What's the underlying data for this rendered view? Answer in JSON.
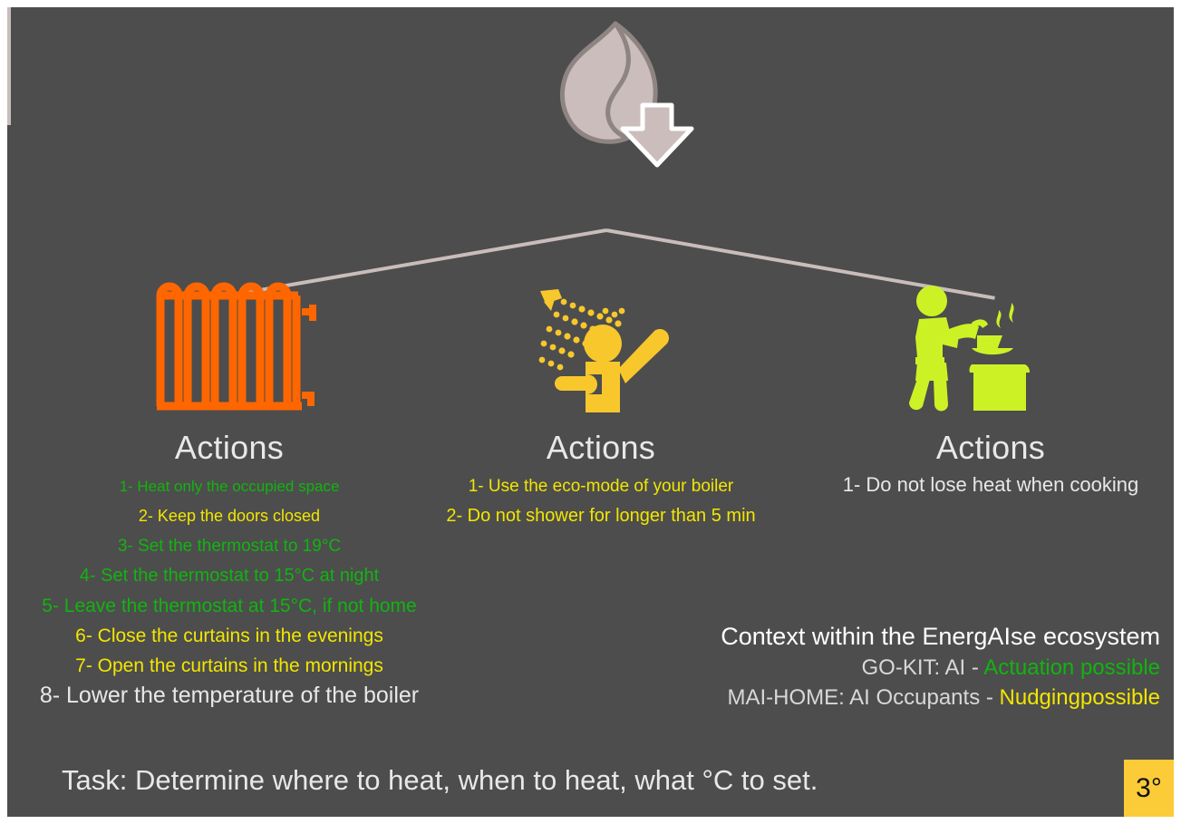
{
  "slide": {
    "background_color": "#4d4d4d",
    "top_icon": "flame-with-down-arrow-icon"
  },
  "columns": [
    {
      "id": "heating",
      "icon": "radiator-icon",
      "icon_color": "#ff6600",
      "heading": "Actions",
      "items": [
        {
          "text": "1- Heat only the occupied space",
          "color": "#11b40f",
          "color_name": "green"
        },
        {
          "text": "2- Keep the doors closed",
          "color": "#f2e600",
          "color_name": "yellow"
        },
        {
          "text": "3- Set the thermostat to 19°C",
          "color": "#11b40f",
          "color_name": "green"
        },
        {
          "text": "4- Set the thermostat to 15°C at night",
          "color": "#11b40f",
          "color_name": "green"
        },
        {
          "text": "5- Leave the thermostat at 15°C, if not home",
          "color": "#11b40f",
          "color_name": "green"
        },
        {
          "text": "6- Close the curtains in the evenings",
          "color": "#f2e600",
          "color_name": "yellow"
        },
        {
          "text": "7- Open the curtains in the mornings",
          "color": "#f2e600",
          "color_name": "yellow"
        },
        {
          "text": "8- Lower the temperature of the boiler",
          "color": "#e8e8e8",
          "color_name": "white"
        }
      ]
    },
    {
      "id": "hot-water",
      "icon": "shower-person-icon",
      "icon_color": "#f7c72c",
      "heading": "Actions",
      "items": [
        {
          "text": "1- Use the eco-mode of your boiler",
          "color": "#f2e600",
          "color_name": "yellow"
        },
        {
          "text": "2- Do not shower for longer than 5 min",
          "color": "#f2e600",
          "color_name": "yellow"
        }
      ]
    },
    {
      "id": "cooking",
      "icon": "person-cooking-icon",
      "icon_color": "#ccf225",
      "heading": "Actions",
      "items": [
        {
          "text": "1- Do not lose heat when cooking",
          "color": "#e8e8e8",
          "color_name": "white"
        }
      ]
    }
  ],
  "context": {
    "title": "Context within the EnergAIse ecosystem",
    "lines": [
      {
        "prefix": "GO-KIT: AI - ",
        "highlight": "Actuation possible",
        "highlight_color": "#11b40f"
      },
      {
        "prefix": "MAI-HOME: AI  Occupants - ",
        "highlight": "Nudgingpossible",
        "highlight_color": "#f2e600"
      }
    ]
  },
  "task": {
    "text": "Task: Determine where to heat, when to heat, what °C to set."
  },
  "badge": {
    "label": "3°",
    "background_color": "#fbcb38",
    "text_color": "#111111"
  }
}
